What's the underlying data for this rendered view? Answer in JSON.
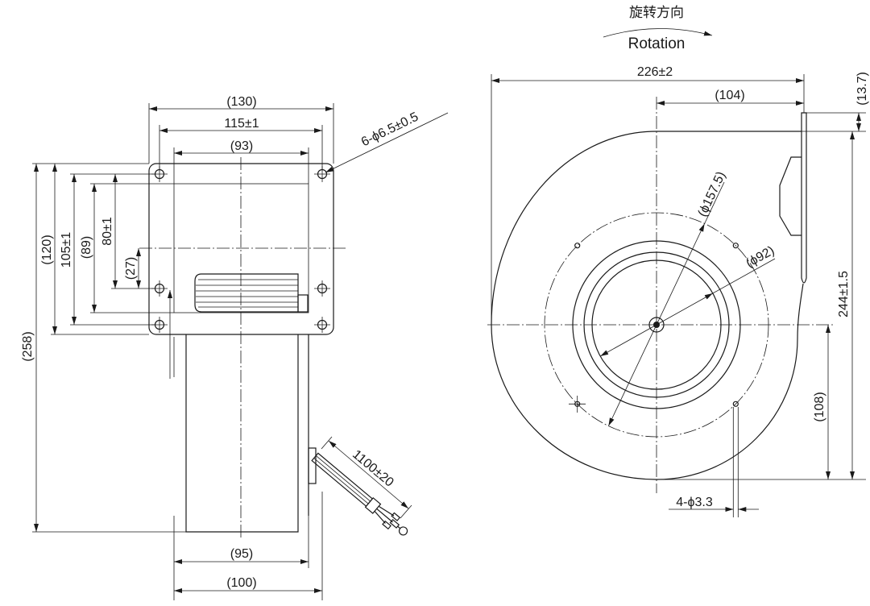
{
  "rotation": {
    "label_cn": "旋转方向",
    "label_en": "Rotation"
  },
  "side_view": {
    "flange_width": "(130)",
    "mounting_hole_spacing": "115±1",
    "outlet_width": "(93)",
    "mounting_holes": "6-ϕ6.5±0.5",
    "overall_height": "(258)",
    "flange_height": "(120)",
    "hole_spacing_outer": "105±1",
    "outlet_height": "(89)",
    "hole_spacing_inner": "80±1",
    "center_offset": "(27)",
    "cable_length": "1100±20",
    "housing_width": "(95)",
    "overall_width": "(100)"
  },
  "front_view": {
    "overall_width": "226±2",
    "center_to_outlet": "(104)",
    "flange_thickness": "(13.7)",
    "mounting_circle_diameter": "(ϕ157.5)",
    "inlet_diameter": "(ϕ92)",
    "overall_height": "244±1.5",
    "center_height": "(108)",
    "mounting_holes": "4-ϕ3.3"
  }
}
